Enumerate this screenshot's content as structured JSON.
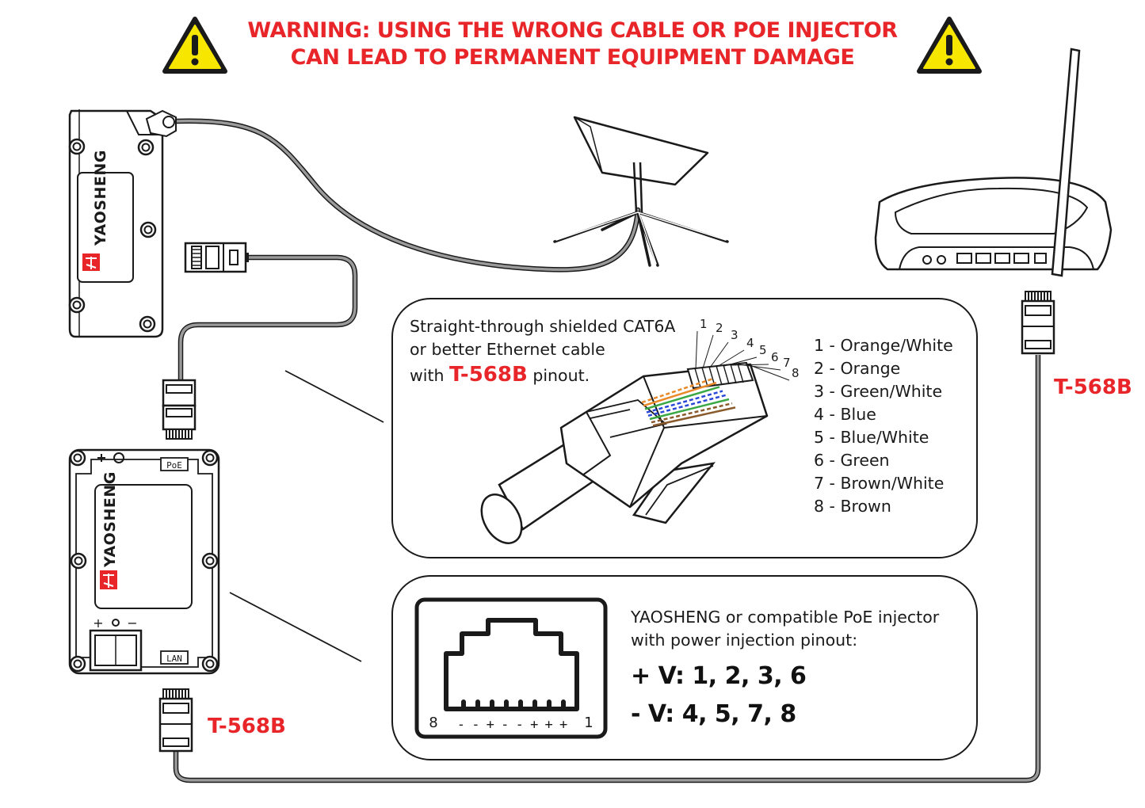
{
  "warning": {
    "line1": "WARNING: USING THE WRONG CABLE OR POE INJECTOR",
    "line2": "CAN LEAD TO PERMANENT EQUIPMENT DAMAGE"
  },
  "devices": {
    "router_brand": "YAOSHENG",
    "injector_brand": "YAOSHENG",
    "injector_poe_port": "PoE",
    "injector_lan_port": "LAN",
    "injector_power_plus": "+",
    "injector_power_minus": "−"
  },
  "cable_panel": {
    "line1": "Straight-through shielded CAT6A",
    "line2": "or better Ethernet cable",
    "line3_prefix": "with ",
    "line3_standard": "T-568B",
    "line3_suffix": " pinout.",
    "pin_numbers": [
      "1",
      "2",
      "3",
      "4",
      "5",
      "6",
      "7",
      "8"
    ],
    "pinout": [
      "1 - Orange/White",
      "2 - Orange",
      "3 - Green/White",
      "4 - Blue",
      "5 - Blue/White",
      "6 - Green",
      "7 - Brown/White",
      "8 - Brown"
    ],
    "wire_colors": [
      "#e8892a",
      "#e8892a",
      "#3aa845",
      "#2a48d8",
      "#2a48d8",
      "#3aa845",
      "#8a5a2b",
      "#8a5a2b"
    ]
  },
  "injector_panel": {
    "line1": "YAOSHENG or compatible PoE injector",
    "line2": "with power injection pinout:",
    "plus_v": "+ V: 1, 2, 3, 6",
    "minus_v": "- V: 4, 5, 7, 8",
    "port_pin_left": "8",
    "port_pin_right": "1",
    "port_polarity": "- - + - - + + +"
  },
  "labels": {
    "router_side_standard": "T-568B",
    "injector_lan_standard": "T-568B"
  },
  "colors": {
    "warning_red": "#e8262a",
    "warning_yellow": "#f7e600",
    "cable_gray": "#8c8c8c",
    "outline": "#1a1a1a"
  }
}
